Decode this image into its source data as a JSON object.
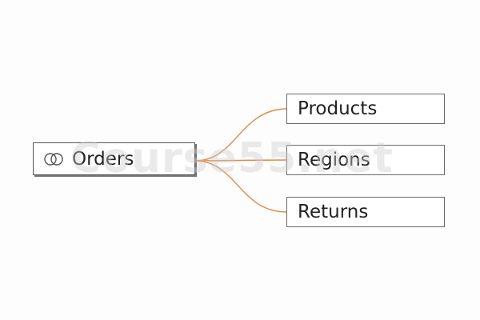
{
  "root": {
    "label": "Orders",
    "icon": "relationship-icon"
  },
  "children": [
    {
      "label": "Products"
    },
    {
      "label": "Regions"
    },
    {
      "label": "Returns"
    }
  ],
  "watermark": "Course55.net",
  "colors": {
    "connector": "#e08a45",
    "border": "#555555",
    "background": "#fdfdfd"
  }
}
